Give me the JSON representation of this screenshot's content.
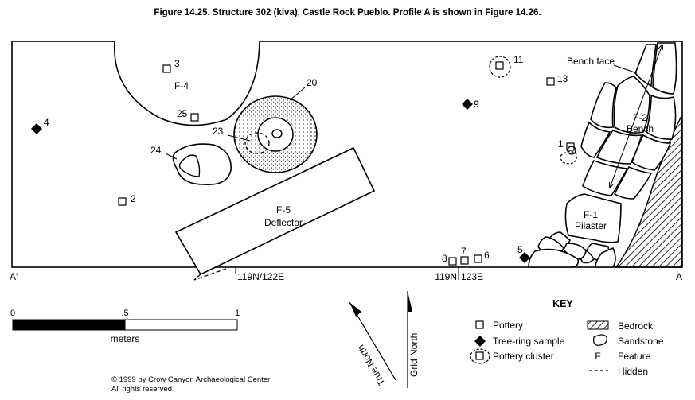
{
  "title": "Figure 14.25.  Structure 302 (kiva), Castle Rock Pueblo. Profile A is shown in Figure 14.26.",
  "features": {
    "f4": "F-4",
    "f5_line1": "F-5",
    "f5_line2": "Deflector",
    "f2_line1": "F-2",
    "f2_line2": "Bench",
    "f1_line1": "F-1",
    "f1_line2": "Pilaster",
    "bench_face": "Bench face"
  },
  "point_labels": {
    "p1": "1",
    "p2": "2",
    "p3": "3",
    "p4": "4",
    "p5": "5",
    "p6": "6",
    "p7": "7",
    "p8": "8",
    "p9": "9",
    "p11": "11",
    "p13": "13",
    "p20": "20",
    "p23": "23",
    "p24": "24",
    "p25": "25"
  },
  "grid": {
    "datum1": "119N/122E",
    "datum2_a": "119N",
    "datum2_b": "123E"
  },
  "profile": {
    "left": "A'",
    "right": "A"
  },
  "scale": {
    "tick0": "0",
    "tick_half": ".5",
    "tick1": "1",
    "unit": "meters"
  },
  "north": {
    "true": "True North",
    "grid": "Grid North"
  },
  "key": {
    "title": "KEY",
    "pottery": "Pottery",
    "tree_ring": "Tree-ring sample",
    "pottery_cluster": "Pottery cluster",
    "bedrock": "Bedrock",
    "sandstone": "Sandstone",
    "feature_symbol": "F",
    "feature": "Feature",
    "hidden": "Hidden"
  },
  "copyright": {
    "line1": "© 1999 by Crow Canyon Archaeological Center",
    "line2": "All rights reserved"
  }
}
